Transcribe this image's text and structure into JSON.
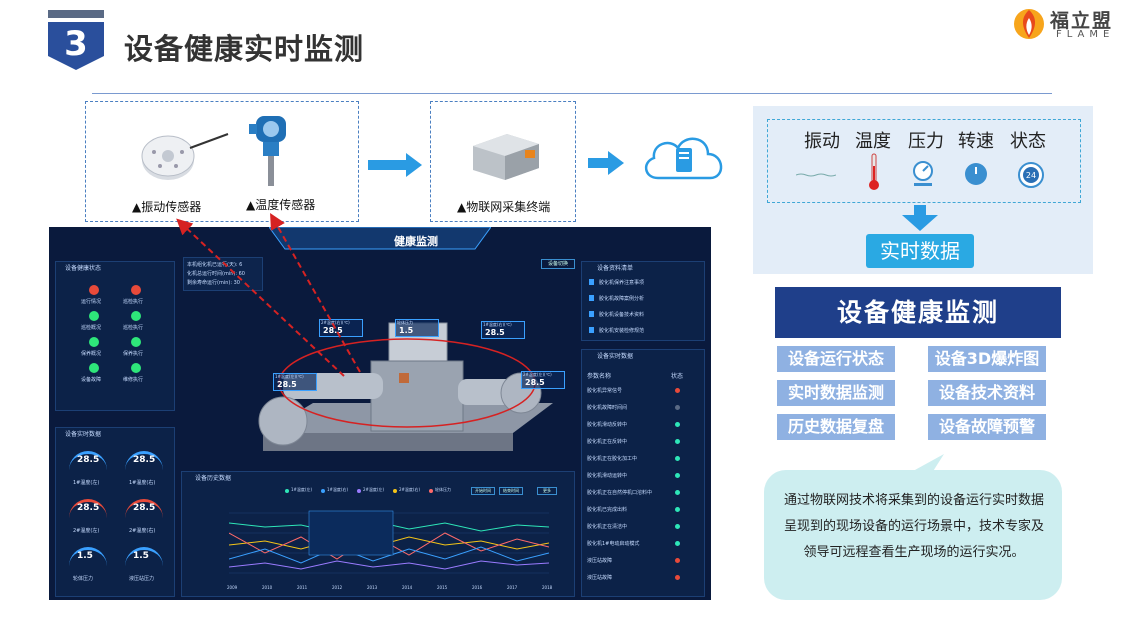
{
  "header": {
    "section_number": "3",
    "title": "设备健康实时监测"
  },
  "logo": {
    "cn": "福立盟",
    "en": "FLAME"
  },
  "flow": {
    "sensor1_label": "▲振动传感器",
    "sensor2_label": "▲温度传感器",
    "terminal_label": "▲物联网采集终端"
  },
  "metrics": {
    "items": [
      "振动",
      "温度",
      "压力",
      "转速",
      "状态"
    ],
    "result_label": "实时数据"
  },
  "health": {
    "title": "设备健康监测",
    "features": [
      "设备运行状态",
      "设备3D爆炸图",
      "实时数据监测",
      "设备技术资料",
      "历史数据复盘",
      "设备故障预警"
    ]
  },
  "description": "通过物联网技术将采集到的设备运行实时数据呈现到的现场设备的运行场景中，技术专家及领导可远程查看生产现场的运行实况。",
  "dashboard": {
    "title": "健康监测",
    "panel_status": "设备健康状态",
    "status_items": [
      "运行情况",
      "巡检执行",
      "巡检概况",
      "巡检执行",
      "保养概况",
      "保养执行",
      "设备故障",
      "维修执行"
    ],
    "info_lines": [
      "本机组化机已运行(天): 6",
      "化机总运行时间(min): 60",
      "剩余寿命运行(min): 30"
    ],
    "btn_switch": "设备切换",
    "panel_realtime": "设备实时数据",
    "gauge_values": [
      "28.5",
      "28.5",
      "28.5",
      "28.5",
      "1.5",
      "1.5"
    ],
    "gauge_labels": [
      "1#温度(左)",
      "1#温度(右)",
      "2#温度(左)",
      "2#温度(右)",
      "轮体压力",
      "液压站压力"
    ],
    "tags": [
      {
        "label": "1#温度(左)(℃)",
        "value": "28.5"
      },
      {
        "label": "轮体压力",
        "value": "1.5"
      },
      {
        "label": "1#温度(右)(℃)",
        "value": "28.5"
      },
      {
        "label": "2#温度(左)(℃)",
        "value": "28.5"
      },
      {
        "label": "2#温度(右)(℃)",
        "value": "28.5"
      }
    ],
    "panel_docs": "设备资料清单",
    "docs": [
      "胶化机保养注意事项",
      "胶化机故障案例分析",
      "胶化机设备技术资料",
      "胶化机安装检修规范"
    ],
    "panel_rt2": "设备实时数据",
    "table_headers": [
      "参数名称",
      "状态"
    ],
    "table_rows": [
      "胶化机异常信号",
      "胶化机故障时间间",
      "胶化机滑动反转中",
      "胶化机正在反转中",
      "胶化机正在胶化加工中",
      "胶化机滑动运转中",
      "胶化机正在自然停机口溶料中",
      "胶化机已完成出料",
      "胶化机正在清洁中",
      "胶化机1#电动启动模式",
      "液压站故障",
      "液压站故障"
    ],
    "panel_history": "设备历史数据",
    "legend": [
      "1#温度(左)",
      "1#温度(右)",
      "2#温度(左)",
      "2#温度(右)",
      "轮体压力"
    ],
    "hist_btn1": "开始时间",
    "hist_btn2": "结束时间",
    "hist_btn3": "更多",
    "x_ticks": [
      "2009",
      "2010",
      "2011",
      "2012",
      "2013",
      "2014",
      "2015",
      "2016",
      "2017",
      "2018"
    ]
  }
}
